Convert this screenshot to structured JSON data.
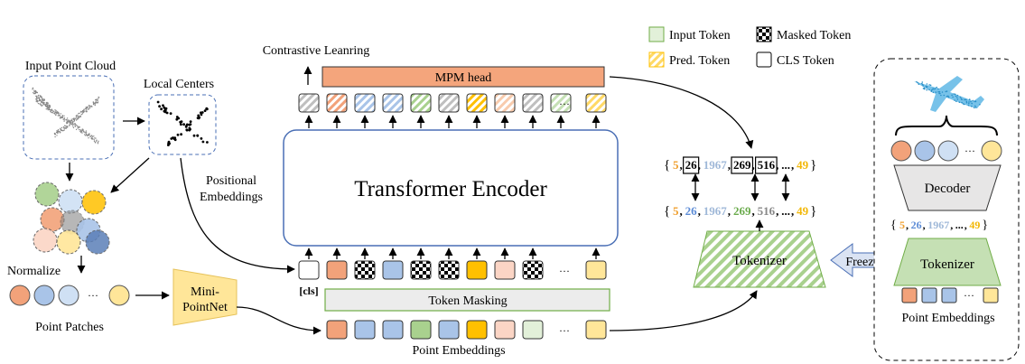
{
  "labels": {
    "input_point_cloud": "Input Point Cloud",
    "local_centers": "Local Centers",
    "normalize": "Normalize",
    "point_patches": "Point Patches",
    "mini_pointnet": "Mini-\nPointNet",
    "positional_embeddings": "Positional\nEmbeddings",
    "contrastive_learning": "Contrastive Leanring",
    "mpm_head": "MPM head",
    "transformer_encoder": "Transformer Encoder",
    "cls": "[cls]",
    "token_masking": "Token Masking",
    "point_embeddings": "Point Embeddings",
    "tokenizer": "Tokenizer",
    "freeze": "Freeze",
    "decoder": "Decoder",
    "tokenizer_right": "Tokenizer",
    "point_embeddings_right": "Point Embeddings",
    "ellipsis": "···"
  },
  "legend": {
    "input_token": "Input Token",
    "masked_token": "Masked Token",
    "pred_token": "Pred. Token",
    "cls_token": "CLS Token"
  },
  "token_ids_top": [
    {
      "text": "5",
      "color": "#f0a030",
      "boxed": false
    },
    {
      "text": "26",
      "color": "#000000",
      "boxed": true
    },
    {
      "text": "1967",
      "color": "#9fb8d8",
      "boxed": false
    },
    {
      "text": "269",
      "color": "#000000",
      "boxed": true
    },
    {
      "text": "516",
      "color": "#000000",
      "boxed": true
    },
    {
      "text": "...",
      "color": "#000000",
      "boxed": false
    },
    {
      "text": "49",
      "color": "#f2b705",
      "boxed": false
    }
  ],
  "token_ids_bottom": [
    {
      "text": "5",
      "color": "#f0a030"
    },
    {
      "text": "26",
      "color": "#5b8bd6"
    },
    {
      "text": "1967",
      "color": "#9fb8d8"
    },
    {
      "text": "269",
      "color": "#6aab4c"
    },
    {
      "text": "516",
      "color": "#888888"
    },
    {
      "text": "...",
      "color": "#000000"
    },
    {
      "text": "49",
      "color": "#f2b705"
    }
  ],
  "token_ids_right": [
    {
      "text": "5",
      "color": "#f0a030"
    },
    {
      "text": "26",
      "color": "#5b8bd6"
    },
    {
      "text": "1967",
      "color": "#9fb8d8"
    },
    {
      "text": "...",
      "color": "#000000"
    },
    {
      "text": "49",
      "color": "#f2b705"
    }
  ],
  "colors": {
    "orange": "#f2a27a",
    "blue": "#a9c4e8",
    "light_blue": "#cfe0f4",
    "green": "#a9d18e",
    "gold": "#ffc000",
    "peach": "#fbd5c5",
    "pale_green": "#e2f0d9",
    "pale_yellow": "#ffe699",
    "gray": "#bfbfbf",
    "mpm_head": "#f4a57c",
    "encoder_border": "#4a6fb5",
    "masking_fill": "#ececec",
    "masking_border": "#70ad47",
    "tokenizer_stripe": "#a9d18e",
    "mini_pointnet": "#ffe699",
    "decoder_fill": "#e7e6e6",
    "tokenizer_right_fill": "#c5e0b4",
    "freeze_fill": "#dae3f3",
    "airplane": "#5fb7e5"
  }
}
